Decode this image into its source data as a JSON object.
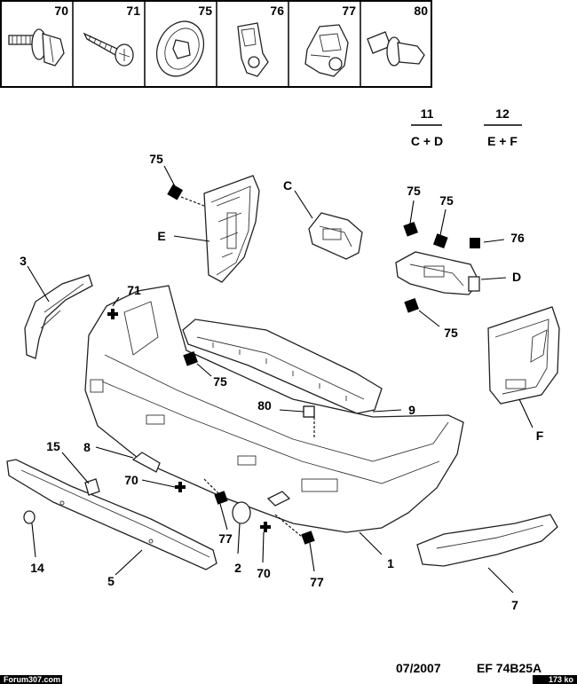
{
  "header_parts": [
    {
      "id": "70",
      "icon": "bolt-washer-icon"
    },
    {
      "id": "71",
      "icon": "self-tapping-screw-icon"
    },
    {
      "id": "75",
      "icon": "grommet-washer-icon"
    },
    {
      "id": "76",
      "icon": "clip-nut-icon"
    },
    {
      "id": "77",
      "icon": "bracket-clip-icon"
    },
    {
      "id": "80",
      "icon": "push-rivet-icon"
    }
  ],
  "kits": [
    {
      "num": "11",
      "code": "C + D"
    },
    {
      "num": "12",
      "code": "E + F"
    }
  ],
  "callouts": {
    "l75a": "75",
    "lE": "E",
    "lC": "C",
    "l75b": "75",
    "l75c": "75",
    "l76": "76",
    "lD": "D",
    "l75d": "75",
    "l3": "3",
    "l71": "71",
    "l75e": "75",
    "lF": "F",
    "l80": "80",
    "l9": "9",
    "l15": "15",
    "l8": "8",
    "l70a": "70",
    "l77a": "77",
    "l2": "2",
    "l70b": "70",
    "l77b": "77",
    "l1": "1",
    "l14": "14",
    "l5": "5",
    "l7": "7"
  },
  "footer": {
    "date": "07/2007",
    "ref": "EF 74B25A",
    "watermark": "Forum307.com",
    "size": "173 ko"
  }
}
